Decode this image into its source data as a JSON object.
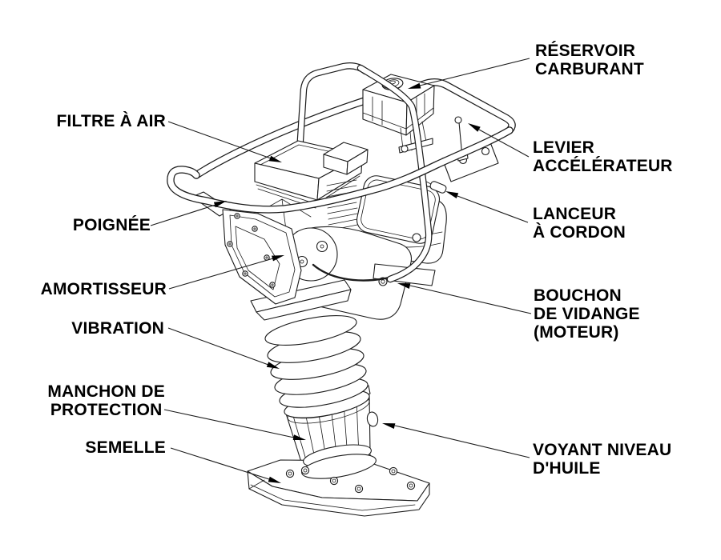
{
  "figure": {
    "subject": "tamping-rammer-parts-diagram",
    "language": "fr"
  },
  "colors": {
    "ink": "#1b1b1b",
    "background": "#ffffff",
    "label_text": "#000000"
  },
  "callouts": {
    "left": [
      {
        "id": "filtre-a-air",
        "label": "FILTRE À AIR"
      },
      {
        "id": "poignee",
        "label": "POIGNÉE"
      },
      {
        "id": "amortisseur",
        "label": "AMORTISSEUR"
      },
      {
        "id": "vibration",
        "label": "VIBRATION"
      },
      {
        "id": "manchon-de-protection",
        "label": "MANCHON DE\nPROTECTION"
      },
      {
        "id": "semelle",
        "label": "SEMELLE"
      }
    ],
    "right": [
      {
        "id": "reservoir-carburant",
        "label": "RÉSERVOIR\nCARBURANT"
      },
      {
        "id": "levier-accelerateur",
        "label": "LEVIER\nACCÉLÉRATEUR"
      },
      {
        "id": "lanceur-a-cordon",
        "label": "LANCEUR\nÀ CORDON"
      },
      {
        "id": "bouchon-de-vidange",
        "label": "BOUCHON\nDE VIDANGE\n(MOTEUR)"
      },
      {
        "id": "voyant-niveau-huile",
        "label": "VOYANT NIVEAU\nD'HUILE"
      }
    ]
  }
}
